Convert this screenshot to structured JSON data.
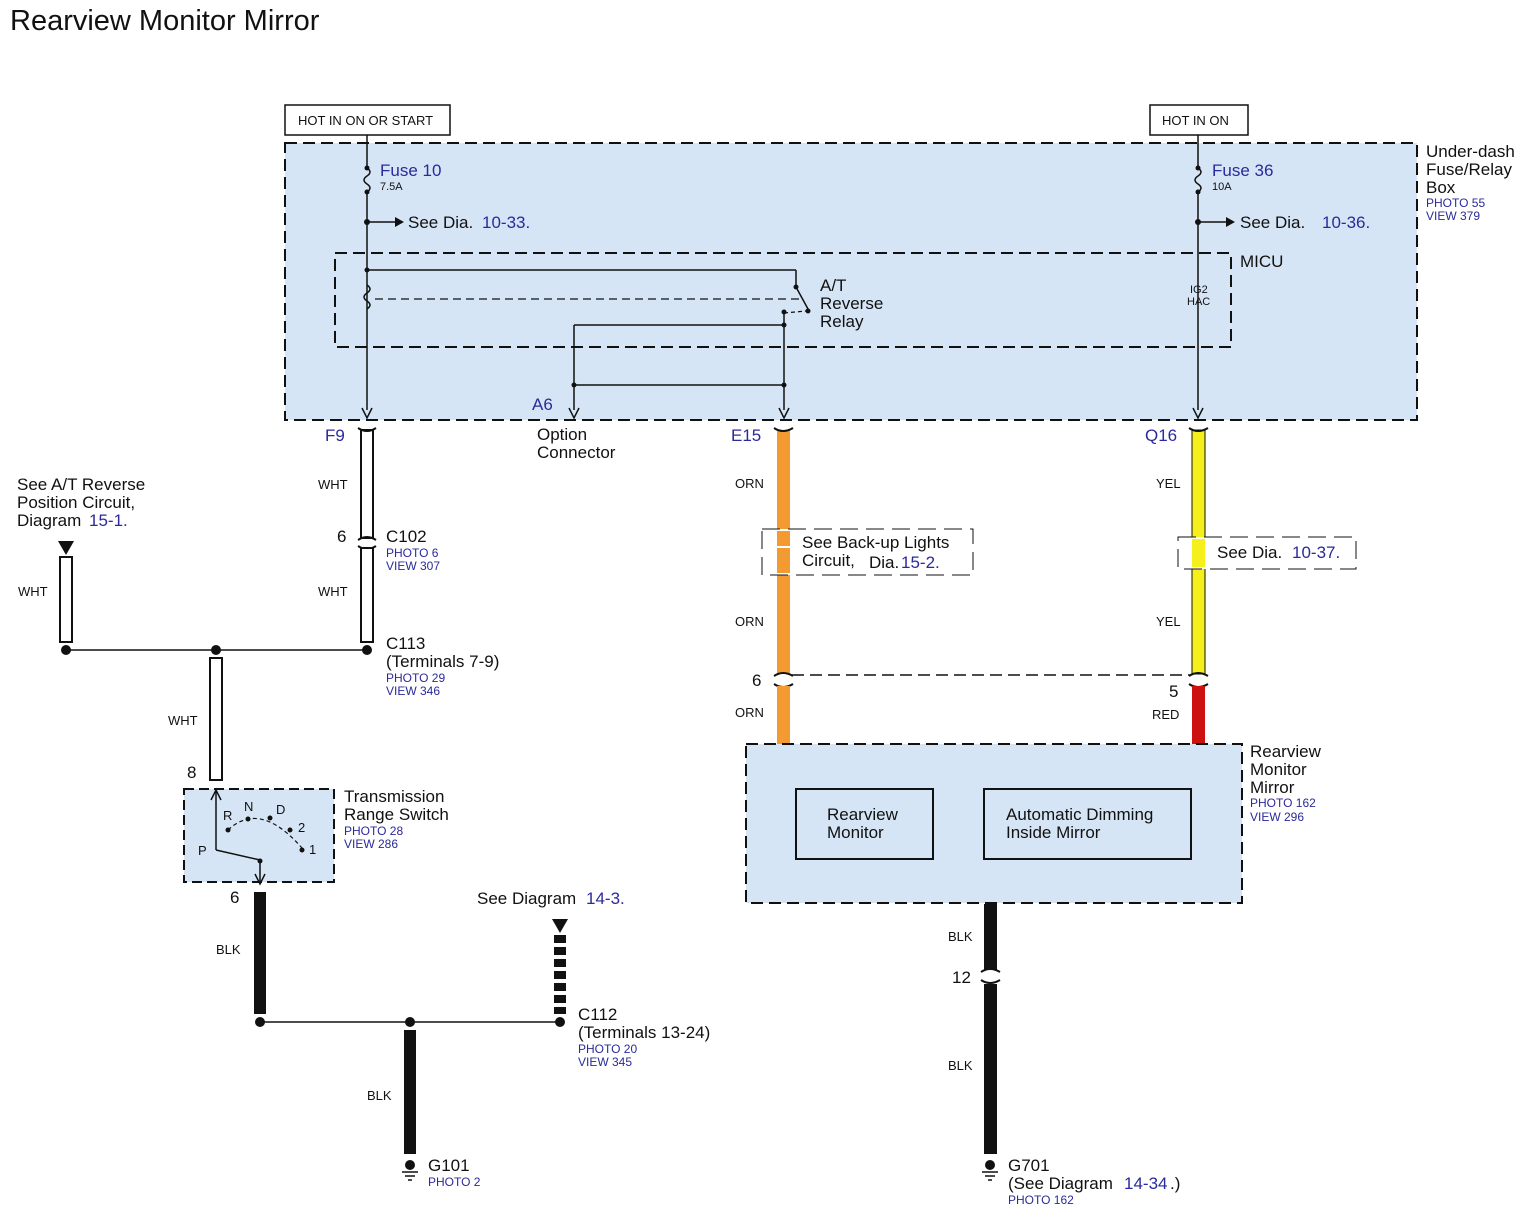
{
  "title": "Rearview Monitor Mirror",
  "power": {
    "hot_start": "HOT IN ON OR START",
    "hot_on": "HOT IN ON"
  },
  "fuse_box": {
    "name": [
      "Under-dash",
      "Fuse/Relay",
      "Box"
    ],
    "photo": "PHOTO 55",
    "view": "VIEW 379"
  },
  "fuse10": {
    "name": "Fuse 10",
    "rating": "7.5A",
    "see_prefix": "See Dia.",
    "see_ref": "10-33."
  },
  "fuse36": {
    "name": "Fuse 36",
    "rating": "10A",
    "see_prefix": "See Dia.",
    "see_ref": "10-36."
  },
  "micu": {
    "name": "MICU",
    "ig2": "IG2",
    "hac": "HAC"
  },
  "relay": {
    "lines": [
      "A/T",
      "Reverse",
      "Relay"
    ]
  },
  "option_connector": {
    "pin": "A6",
    "lines": [
      "Option",
      "Connector"
    ]
  },
  "pins": {
    "f9": "F9",
    "e15": "E15",
    "q16": "Q16"
  },
  "wires": {
    "wht": "WHT",
    "orn": "ORN",
    "yel": "YEL",
    "red": "RED",
    "blk": "BLK"
  },
  "c102": {
    "pin": "6",
    "name": "C102",
    "photo": "PHOTO 6",
    "view": "VIEW 307"
  },
  "c113": {
    "name": "C113",
    "terminals": "(Terminals 7-9)",
    "photo": "PHOTO 29",
    "view": "VIEW 346"
  },
  "at_ref": {
    "lines": [
      "See A/T Reverse",
      "Position Circuit,"
    ],
    "prefix": "Diagram",
    "ref": "15-1."
  },
  "trs": {
    "name": [
      "Transmission",
      "Range Switch"
    ],
    "photo": "PHOTO 28",
    "view": "VIEW 286",
    "pin_top": "8",
    "pin_bottom": "6",
    "positions": {
      "p": "P",
      "r": "R",
      "n": "N",
      "d": "D",
      "two": "2",
      "one": "1"
    }
  },
  "backup_ref": {
    "line1": "See Back-up Lights",
    "line2": "Circuit,",
    "prefix": "Dia.",
    "ref": "15-2."
  },
  "q_ref": {
    "prefix": "See Dia.",
    "ref": "10-37."
  },
  "mirror_pins": {
    "orn": "6",
    "red": "5"
  },
  "mirror": {
    "name": [
      "Rearview",
      "Monitor",
      "Mirror"
    ],
    "photo": "PHOTO 162",
    "view": "VIEW 296",
    "monitor": [
      "Rearview",
      "Monitor"
    ],
    "dimming": [
      "Automatic Dimming",
      "Inside Mirror"
    ]
  },
  "diag14_3": {
    "prefix": "See Diagram",
    "ref": "14-3."
  },
  "c112": {
    "name": "C112",
    "terminals": "(Terminals 13-24)",
    "photo": "PHOTO 20",
    "view": "VIEW 345"
  },
  "g101": {
    "name": "G101",
    "photo": "PHOTO 2"
  },
  "g701": {
    "name": "G701",
    "see_prefix": "(See Diagram",
    "ref": "14-34",
    "suffix": ".)",
    "photo": "PHOTO 162",
    "pin": "12"
  },
  "colors": {
    "box_fill": "#d6e5f5",
    "orn": "#f39b32",
    "yel": "#f5ef1c",
    "red": "#cc1111",
    "blk": "#111111",
    "link": "#2a2a9a"
  }
}
